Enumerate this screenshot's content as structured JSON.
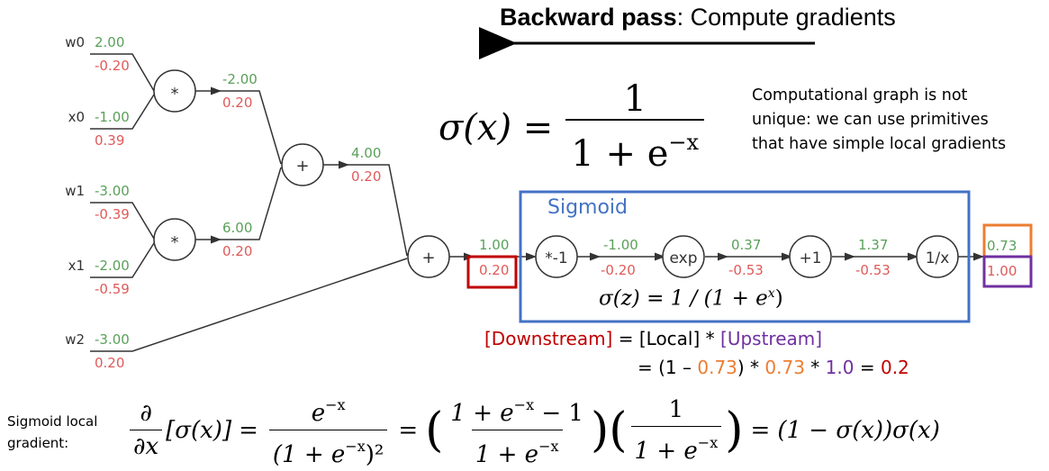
{
  "title": {
    "bold": "Backward pass",
    "rest": ": Compute gradients"
  },
  "note": {
    "lines": [
      "Computational graph is not",
      "unique: we can use primitives",
      "that have simple local gradients"
    ]
  },
  "sigmoid_formula": {
    "lhs": "σ(x) =",
    "numerator": "1",
    "denominator_base": "1 + e",
    "denominator_exp": "−x"
  },
  "colors": {
    "forward_value": "#5aa05a",
    "gradient_value": "#e05a5a",
    "sigmoid_box": "#4472c4",
    "downstream": "#c00000",
    "upstream": "#7030a0",
    "local": "#ed7d31",
    "edge": "#333333"
  },
  "graph": {
    "inputs": [
      {
        "name": "w0",
        "value": "2.00",
        "grad": "-0.20"
      },
      {
        "name": "x0",
        "value": "-1.00",
        "grad": "0.39"
      },
      {
        "name": "w1",
        "value": "-3.00",
        "grad": "-0.39"
      },
      {
        "name": "x1",
        "value": "-2.00",
        "grad": "-0.59"
      },
      {
        "name": "w2",
        "value": "-3.00",
        "grad": "0.20"
      }
    ],
    "nodes": [
      {
        "id": "mul0",
        "label": "*"
      },
      {
        "id": "mul1",
        "label": "*"
      },
      {
        "id": "add0",
        "label": "+"
      },
      {
        "id": "add1",
        "label": "+"
      },
      {
        "id": "neg",
        "label": "*-1"
      },
      {
        "id": "exp",
        "label": "exp"
      },
      {
        "id": "plus1",
        "label": "+1"
      },
      {
        "id": "inv",
        "label": "1/x"
      }
    ],
    "edges": [
      {
        "id": "mul0-out",
        "value": "-2.00",
        "grad": "0.20"
      },
      {
        "id": "mul1-out",
        "value": "6.00",
        "grad": "0.20"
      },
      {
        "id": "add0-out",
        "value": "4.00",
        "grad": "0.20"
      },
      {
        "id": "add1-out",
        "value": "1.00",
        "grad": "0.20"
      },
      {
        "id": "neg-out",
        "value": "-1.00",
        "grad": "-0.20"
      },
      {
        "id": "exp-out",
        "value": "0.37",
        "grad": "-0.53"
      },
      {
        "id": "plus1-out",
        "value": "1.37",
        "grad": "-0.53"
      },
      {
        "id": "inv-out",
        "value": "0.73",
        "grad": "1.00"
      }
    ]
  },
  "sigmoid_box": {
    "label": "Sigmoid",
    "formula_lhs": "σ(z) = 1 / (1 + e",
    "formula_exp": "x",
    "formula_close": ")"
  },
  "chain_rule": {
    "downstream": "[Downstream]",
    "eq": " = [Local] * ",
    "upstream": "[Upstream]",
    "line2_prefix": "= (1 – ",
    "local_value1": "0.73",
    "line2_mid1": ") * ",
    "local_value2": "0.73",
    "line2_mid2": " * ",
    "upstream_value": "1.0",
    "line2_mid3": " = ",
    "result": "0.2"
  },
  "local_gradient": {
    "label_lines": [
      "Sigmoid local",
      "gradient:"
    ],
    "d_num": "∂",
    "d_den": "∂x",
    "bracket": "[σ(x)]",
    "eq": "=",
    "f1_num": "e",
    "f1_num_exp": "−x",
    "f1_den": "(1 + e",
    "f1_den_exp": "−x",
    "f1_den_close": ")²",
    "f2_num": "1 + e",
    "f2_num_exp": "−x",
    "f2_num_tail": " − 1",
    "f2_den": "1 + e",
    "f2_den_exp": "−x",
    "f3_num": "1",
    "f3_den": "1 + e",
    "f3_den_exp": "−x",
    "result": "(1 − σ(x))σ(x)"
  }
}
